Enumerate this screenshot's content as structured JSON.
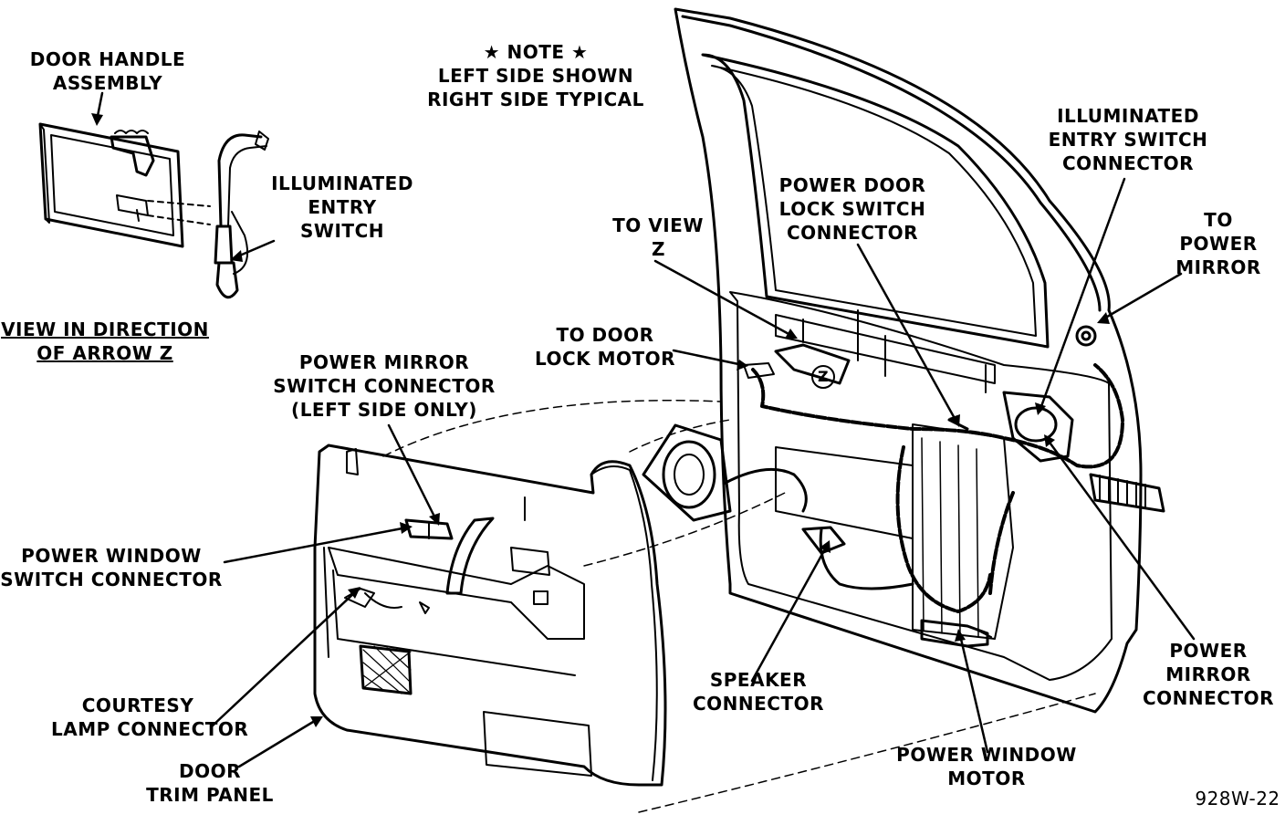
{
  "labels": {
    "door_handle": [
      "DOOR HANDLE",
      "ASSEMBLY"
    ],
    "note": [
      "★ NOTE ★",
      "LEFT SIDE SHOWN",
      "RIGHT SIDE TYPICAL"
    ],
    "illuminated_switch": [
      "ILLUMINATED",
      "ENTRY",
      "SWITCH"
    ],
    "view_direction": [
      "VIEW IN DIRECTION",
      "OF ARROW Z"
    ],
    "to_view_z": [
      "TO VIEW",
      "Z"
    ],
    "power_door_lock": [
      "POWER DOOR",
      "LOCK SWITCH",
      "CONNECTOR"
    ],
    "illuminated_connector": [
      "ILLUMINATED",
      "ENTRY SWITCH",
      "CONNECTOR"
    ],
    "to_power_mirror": [
      "TO",
      "POWER",
      "MIRROR"
    ],
    "to_door_lock_motor": [
      "TO DOOR",
      "LOCK MOTOR"
    ],
    "power_mirror_switch": [
      "POWER MIRROR",
      "SWITCH CONNECTOR",
      "(LEFT SIDE ONLY)"
    ],
    "power_window_switch": [
      "POWER WINDOW",
      "SWITCH CONNECTOR"
    ],
    "courtesy_lamp": [
      "COURTESY",
      "LAMP CONNECTOR"
    ],
    "door_trim_panel": [
      "DOOR",
      "TRIM PANEL"
    ],
    "speaker_connector": [
      "SPEAKER",
      "CONNECTOR"
    ],
    "power_window_motor": [
      "POWER WINDOW",
      "MOTOR"
    ],
    "power_mirror_connector": [
      "POWER",
      "MIRROR",
      "CONNECTOR"
    ],
    "arrow_z": "Z",
    "figure_id": "928W-22"
  }
}
